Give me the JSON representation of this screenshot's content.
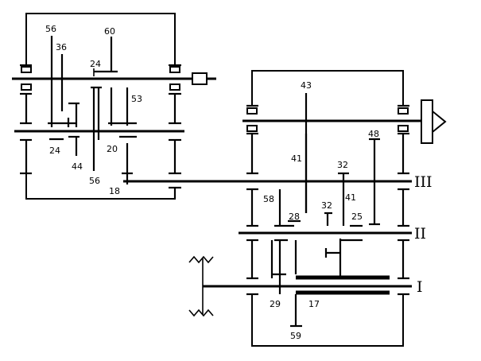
{
  "diagram": {
    "gear_labels": {
      "g56_top": "56",
      "g36": "36",
      "g60": "60",
      "g24_top": "24",
      "g53": "53",
      "g24_low": "24",
      "g44": "44",
      "g20": "20",
      "g56_low": "56",
      "g18": "18",
      "g43": "43",
      "g41_left": "41",
      "g48": "48",
      "g32_a": "32",
      "g41_right": "41",
      "g58": "58",
      "g28": "28",
      "g32_b": "32",
      "g25": "25",
      "g29": "29",
      "g17": "17",
      "g59": "59"
    },
    "shaft_labels": {
      "I": "I",
      "II": "II",
      "III": "III"
    }
  }
}
